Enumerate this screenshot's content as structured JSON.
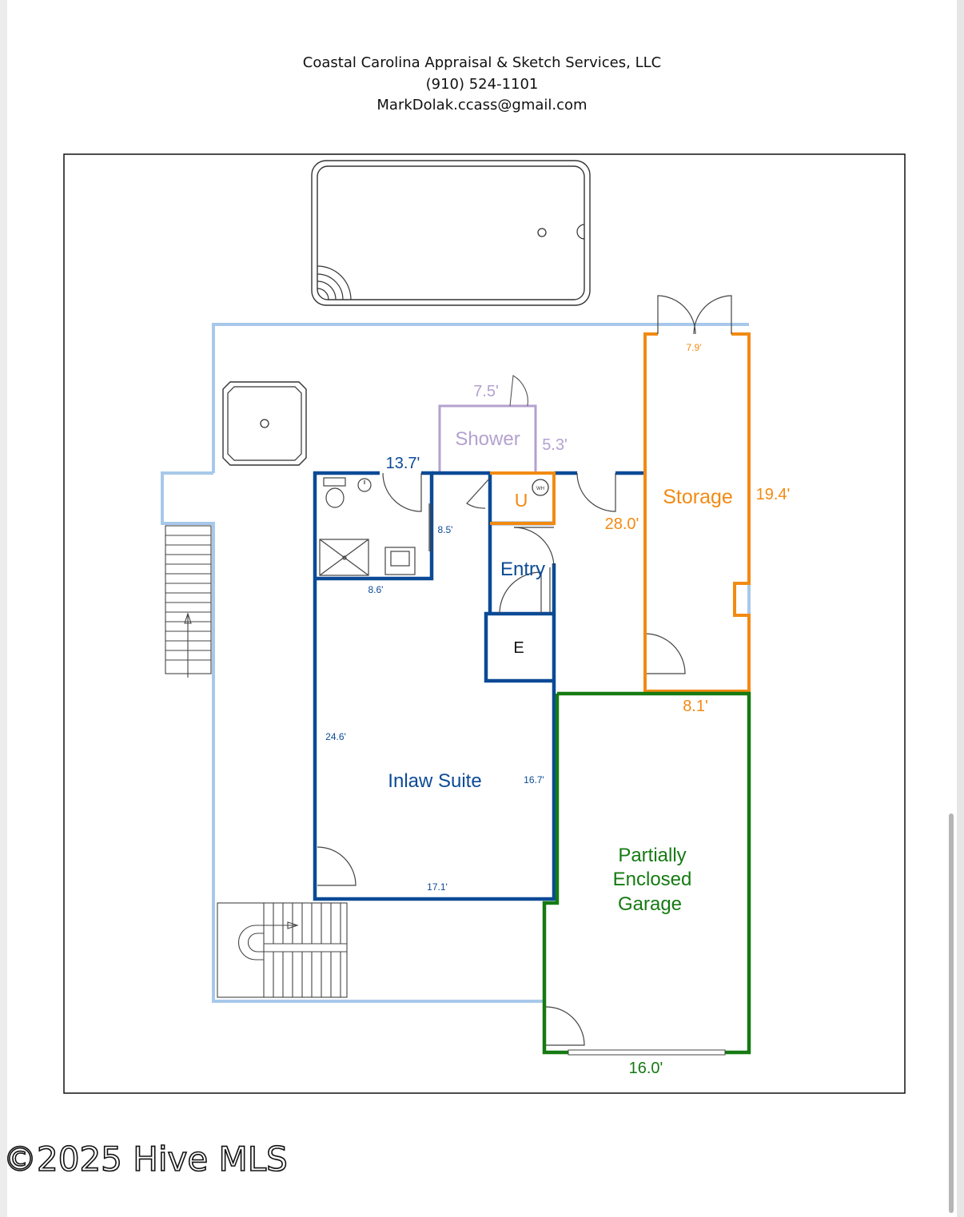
{
  "header": {
    "company": "Coastal Carolina Appraisal & Sketch Services, LLC",
    "phone": "(910) 524-1101",
    "email": "MarkDolak.ccass@gmail.com"
  },
  "rooms": {
    "shower": "Shower",
    "utility": "U",
    "water_heater": "WH",
    "storage": "Storage",
    "entry": "Entry",
    "elevator": "E",
    "inlaw_suite": "Inlaw Suite",
    "garage_line1": "Partially",
    "garage_line2": "Enclosed",
    "garage_line3": "Garage"
  },
  "dimensions": {
    "storage_top": "7.9'",
    "shower_top": "7.5'",
    "shower_right": "5.3'",
    "bath_top": "13.7'",
    "storage_right": "19.4'",
    "porch_width": "28.0'",
    "bath_inner_right": "8.5'",
    "bath_bottom": "8.6'",
    "storage_bottom": "8.1'",
    "suite_left": "24.6'",
    "suite_right": "16.7'",
    "suite_bottom": "17.1'",
    "garage_bottom": "16.0'"
  },
  "colors": {
    "suite_blue": "#0b4a96",
    "storage_orange": "#f28a12",
    "garage_green": "#157a12",
    "porch_lightblue": "#a7c8ea",
    "shower_purple": "#b3a1cf"
  },
  "watermark": "©2025 Hive MLS"
}
